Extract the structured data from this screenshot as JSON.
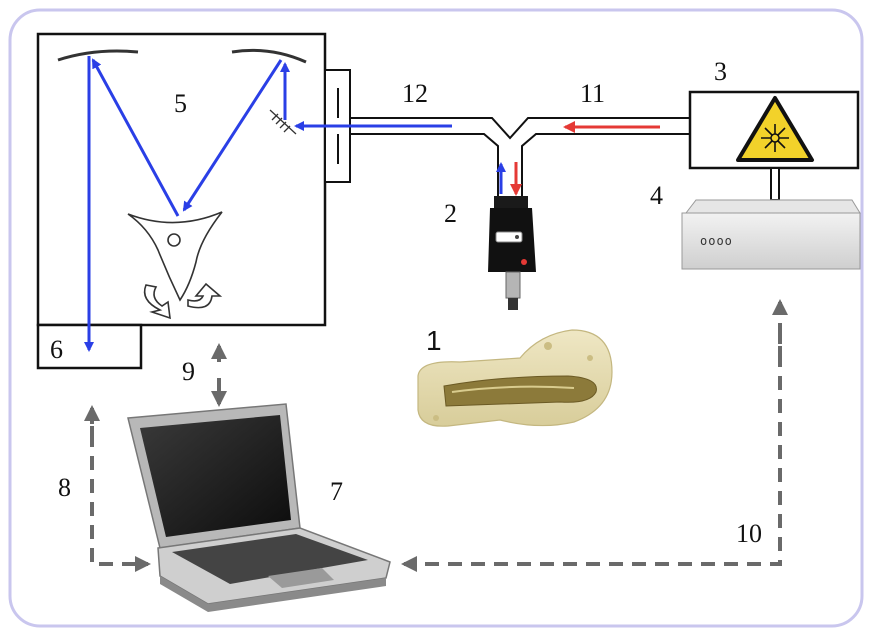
{
  "labels": {
    "n1": "1",
    "n2": "2",
    "n3": "3",
    "n4": "4",
    "n5": "5",
    "n6": "6",
    "n7": "7",
    "n8": "8",
    "n9": "9",
    "n10": "10",
    "n11": "11",
    "n12": "12"
  },
  "controller_display": "oooo",
  "colors": {
    "frame": "#c9c6ee",
    "blue_beam": "#2a3fe6",
    "red_beam": "#e53935",
    "dashed_arrow": "#6a6a6a",
    "laser_warning": "#f2d22a",
    "bone": "#e8dfb8"
  },
  "icons": {
    "laser": "laser-warning-icon",
    "rotation": "rotation-arrow-icon",
    "laptop": "laptop-icon",
    "controller": "controller-box-icon",
    "probe": "probe-icon",
    "bone": "bone-sample-icon"
  }
}
